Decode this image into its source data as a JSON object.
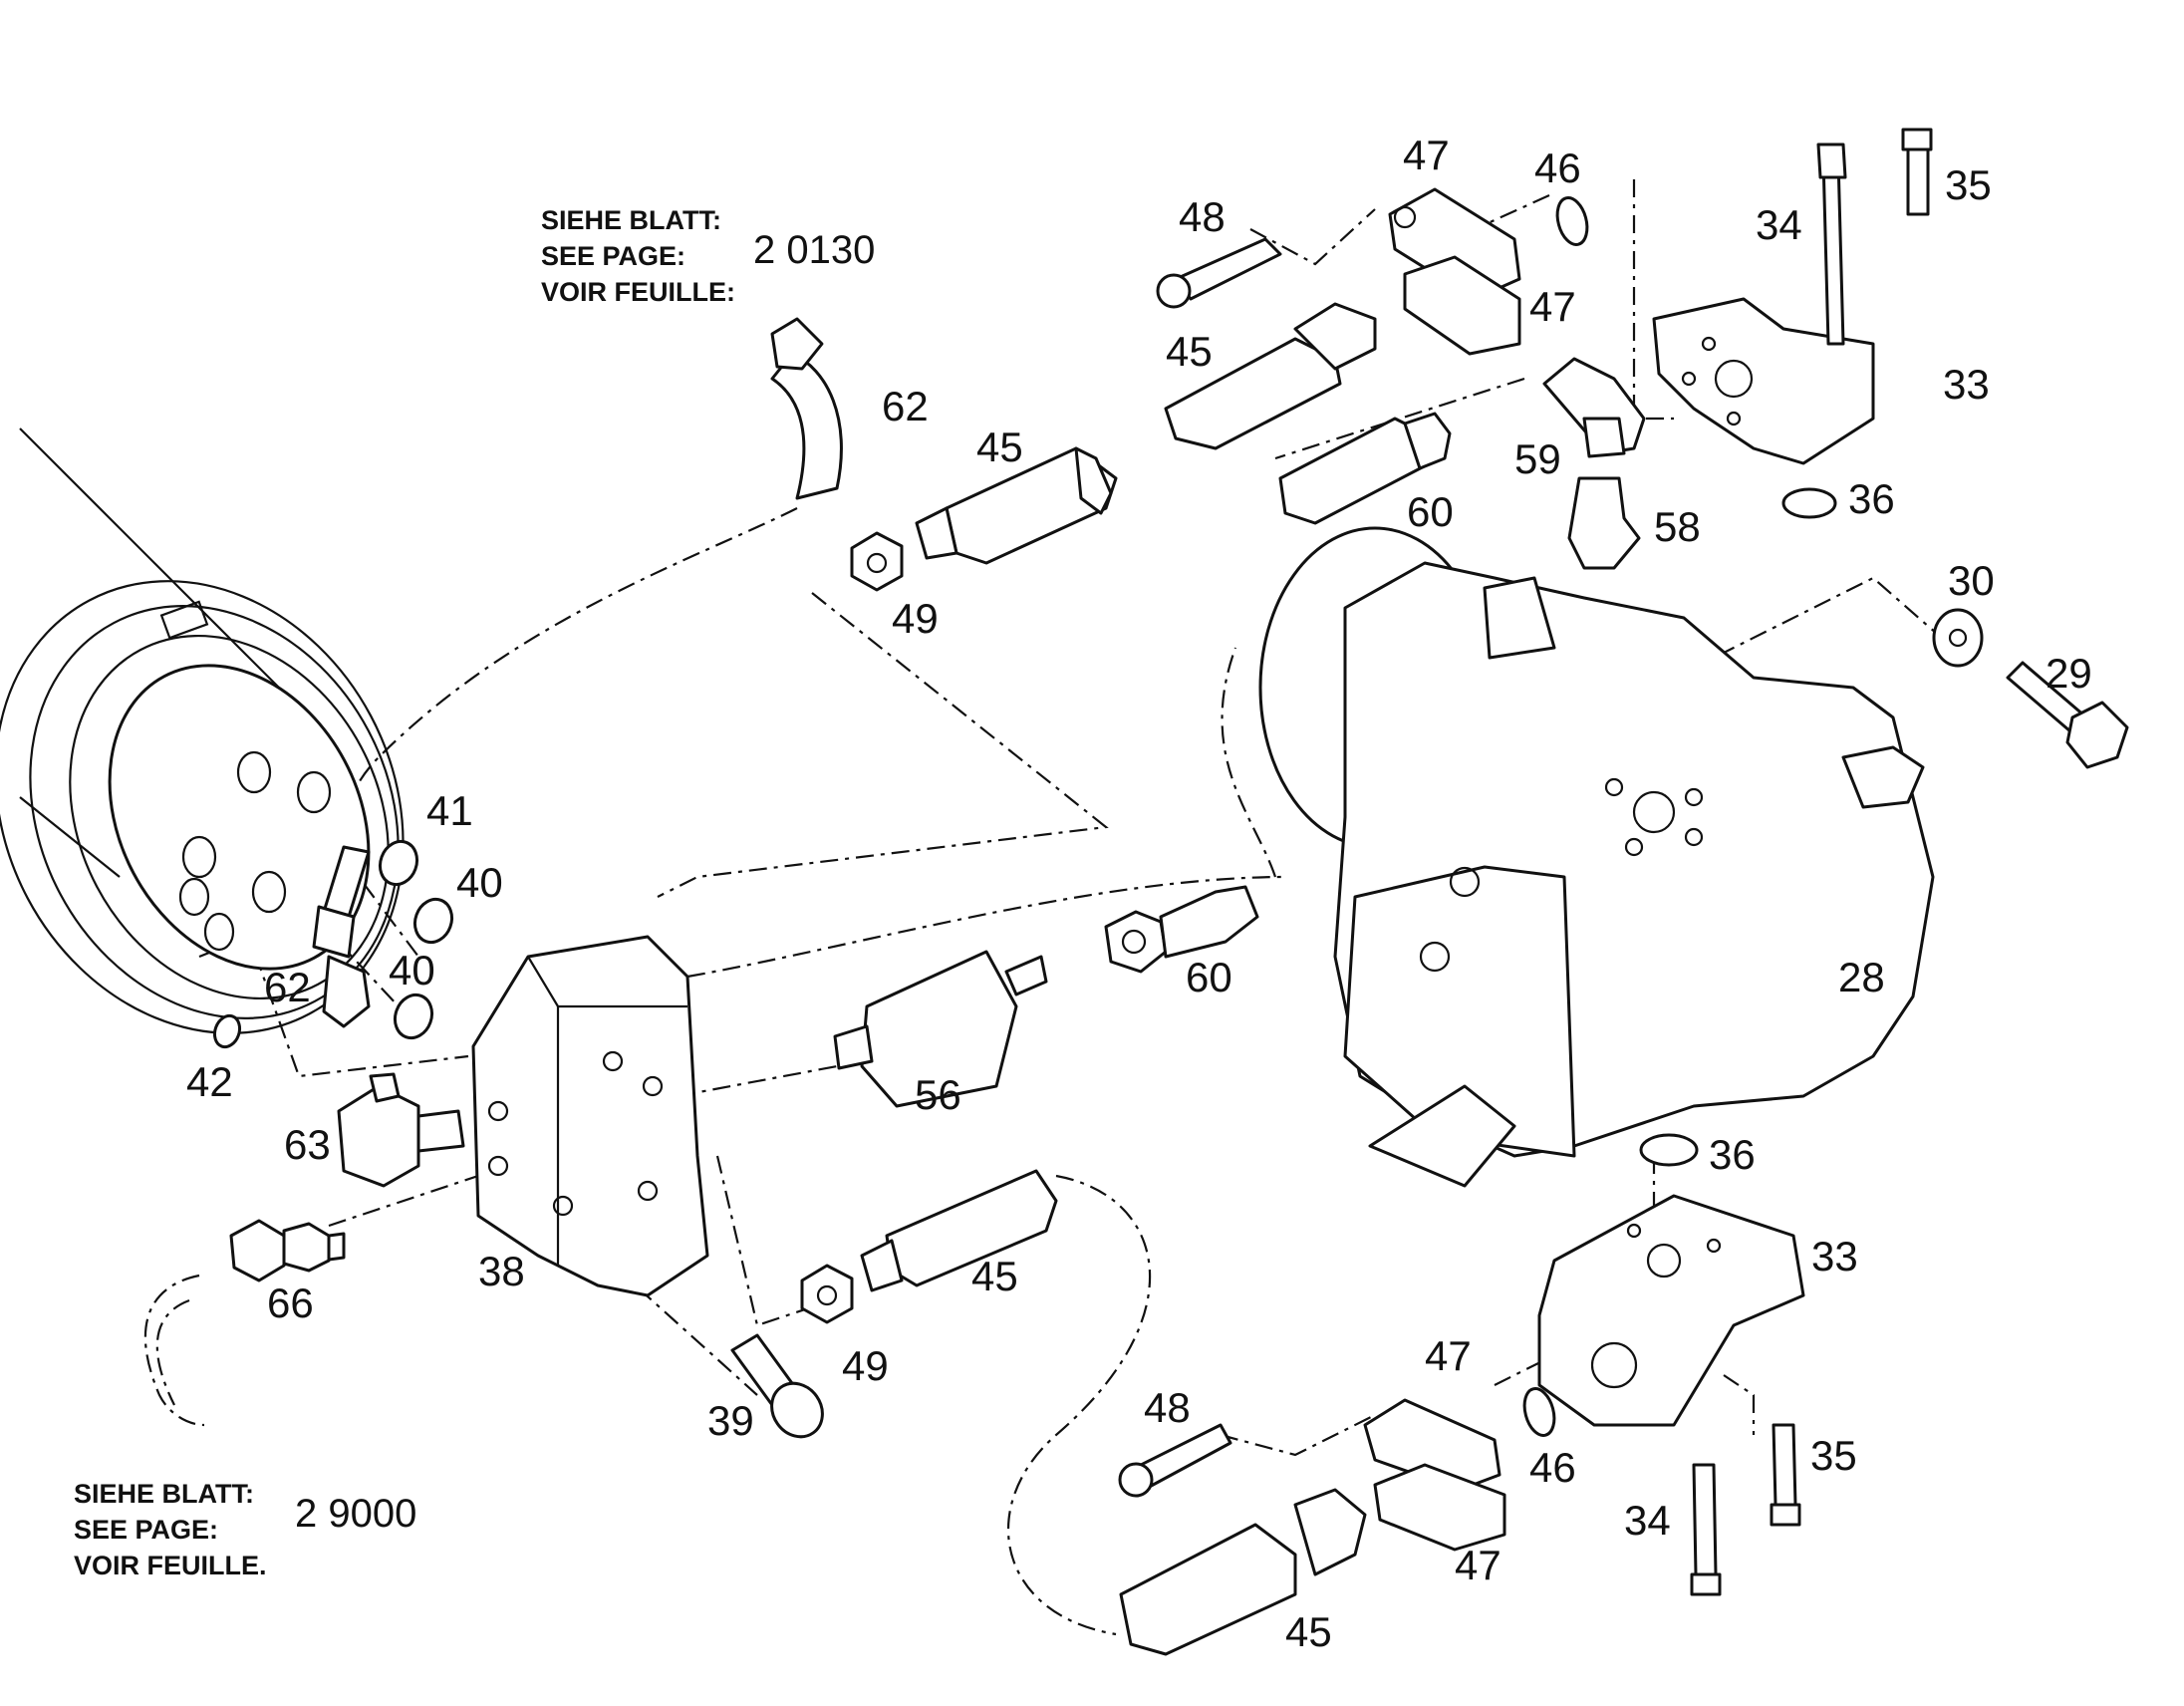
{
  "references": [
    {
      "id": "ref-top",
      "lines": [
        "SIEHE BLATT:",
        "SEE PAGE:",
        "VOIR FEUILLE:"
      ],
      "page": "2 0130"
    },
    {
      "id": "ref-bottom",
      "lines": [
        "SIEHE BLATT:",
        "SEE PAGE:",
        "VOIR FEUILLE."
      ],
      "page": "2 9000"
    }
  ],
  "callouts": [
    {
      "id": "c47a",
      "label": "47"
    },
    {
      "id": "c46a",
      "label": "46"
    },
    {
      "id": "c48a",
      "label": "48"
    },
    {
      "id": "c34a",
      "label": "34"
    },
    {
      "id": "c35a",
      "label": "35"
    },
    {
      "id": "c47b",
      "label": "47"
    },
    {
      "id": "c45a",
      "label": "45"
    },
    {
      "id": "c33a",
      "label": "33"
    },
    {
      "id": "c62a",
      "label": "62"
    },
    {
      "id": "c45b",
      "label": "45"
    },
    {
      "id": "c59",
      "label": "59"
    },
    {
      "id": "c60a",
      "label": "60"
    },
    {
      "id": "c36a",
      "label": "36"
    },
    {
      "id": "c58",
      "label": "58"
    },
    {
      "id": "c30",
      "label": "30"
    },
    {
      "id": "c49a",
      "label": "49"
    },
    {
      "id": "c29",
      "label": "29"
    },
    {
      "id": "c41",
      "label": "41"
    },
    {
      "id": "c40a",
      "label": "40"
    },
    {
      "id": "c40b",
      "label": "40"
    },
    {
      "id": "c62b",
      "label": "62"
    },
    {
      "id": "c60b",
      "label": "60"
    },
    {
      "id": "c28",
      "label": "28"
    },
    {
      "id": "c42",
      "label": "42"
    },
    {
      "id": "c56",
      "label": "56"
    },
    {
      "id": "c63",
      "label": "63"
    },
    {
      "id": "c36b",
      "label": "36"
    },
    {
      "id": "c33b",
      "label": "33"
    },
    {
      "id": "c38",
      "label": "38"
    },
    {
      "id": "c45c",
      "label": "45"
    },
    {
      "id": "c66",
      "label": "66"
    },
    {
      "id": "c49b",
      "label": "49"
    },
    {
      "id": "c47c",
      "label": "47"
    },
    {
      "id": "c39",
      "label": "39"
    },
    {
      "id": "c48b",
      "label": "48"
    },
    {
      "id": "c46b",
      "label": "46"
    },
    {
      "id": "c35b",
      "label": "35"
    },
    {
      "id": "c34b",
      "label": "34"
    },
    {
      "id": "c47d",
      "label": "47"
    },
    {
      "id": "c45d",
      "label": "45"
    }
  ]
}
